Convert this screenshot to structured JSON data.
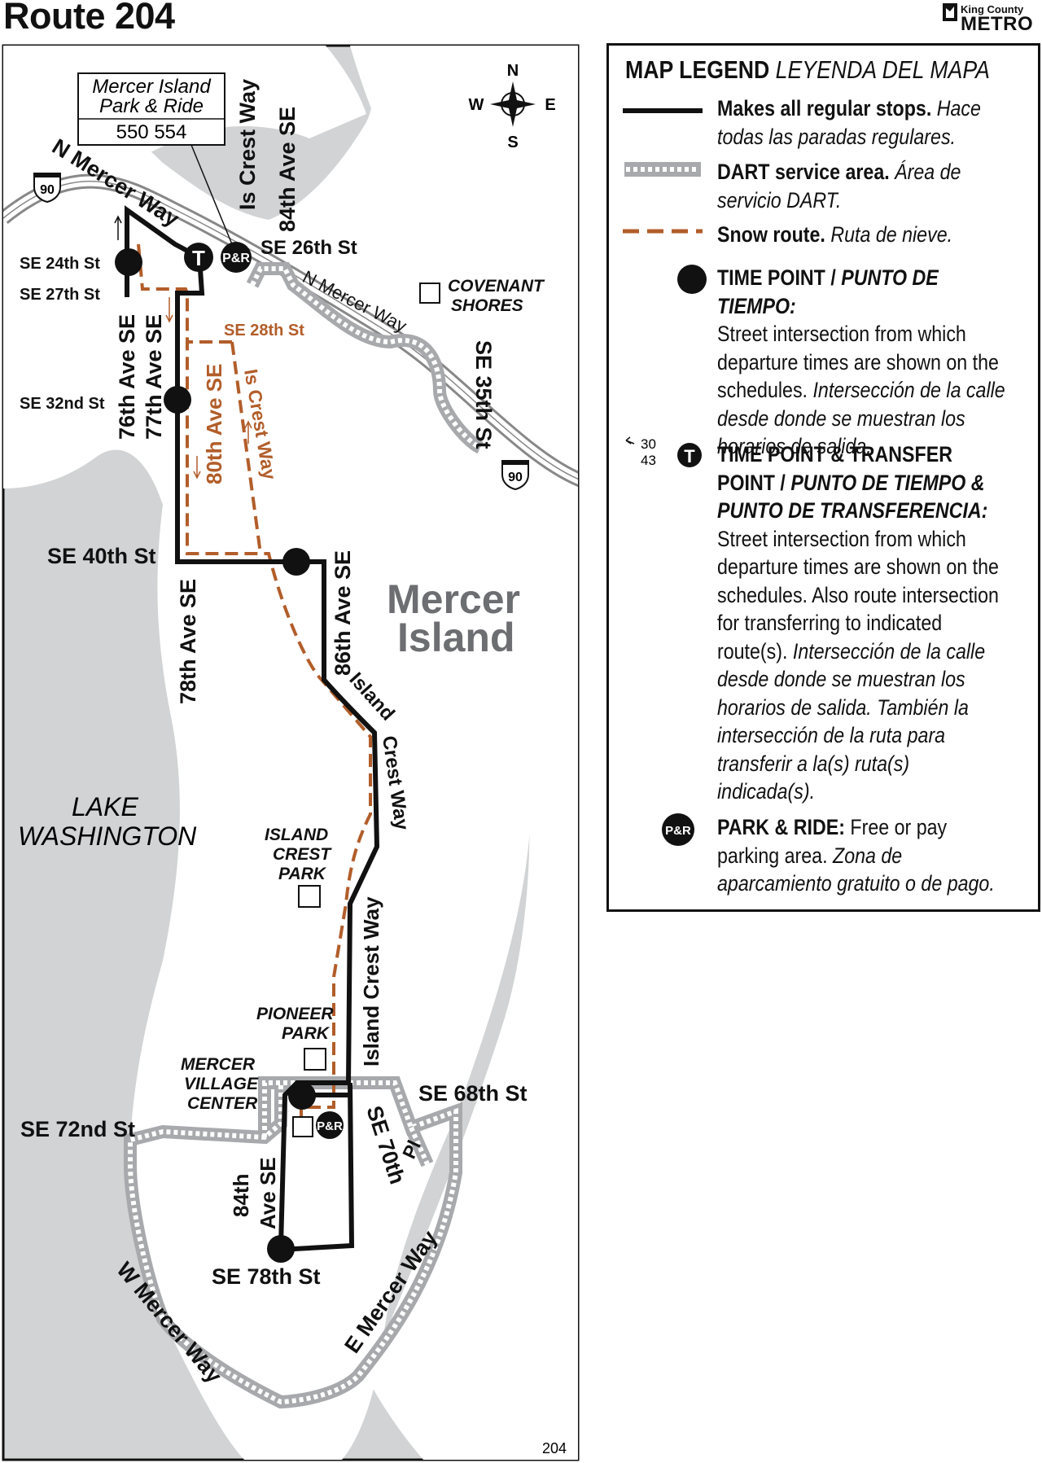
{
  "title": "Route 204",
  "brand": {
    "line1": "King County",
    "line2": "METRO"
  },
  "map": {
    "compass": {
      "n": "N",
      "s": "S",
      "e": "E",
      "w": "W"
    },
    "park_ride_box": {
      "name_line1": "Mercer Island",
      "name_line2": "Park & Ride",
      "routes": "550 554"
    },
    "highway_shields": [
      "90",
      "90"
    ],
    "streets": {
      "n_mercer_way_top": "N Mercer Way",
      "is_crest_way_top": "Is Crest Way",
      "ave84_top": "84th Ave SE",
      "se26": "SE 26th St",
      "n_mercer_way_mid": "N Mercer Way",
      "se24": "SE 24th St",
      "se27": "SE 27th St",
      "se28": "SE 28th St",
      "ave76": "76th Ave SE",
      "ave77": "77th Ave SE",
      "se32": "SE 32nd St",
      "ave80": "80th Ave SE",
      "is_crest_way_snow": "Is Crest Way",
      "se35": "SE 35th St",
      "se40": "SE 40th St",
      "ave78": "78th Ave SE",
      "ave86": "86th Ave SE",
      "island_crest_way_1": "Island",
      "island_crest_way_2": "Crest Way",
      "island_crest_way_3": "Island Crest Way",
      "se68": "SE 68th St",
      "se72": "SE 72nd St",
      "se70_1": "SE 70th",
      "se70_2": "Pl",
      "ave84_bottom_1": "84th",
      "ave84_bottom_2": "Ave SE",
      "se78": "SE 78th St",
      "w_mercer_way": "W Mercer Way",
      "e_mercer_way": "E Mercer Way"
    },
    "places": {
      "covenant_1": "COVENANT",
      "covenant_2": "SHORES",
      "island_name_1": "Mercer",
      "island_name_2": "Island",
      "lake_1": "LAKE",
      "lake_2": "WASHINGTON",
      "icp_1": "ISLAND",
      "icp_2": "CREST",
      "icp_3": "PARK",
      "pioneer_1": "PIONEER",
      "pioneer_2": "PARK",
      "mvc_1": "MERCER",
      "mvc_2": "VILLAGE",
      "mvc_3": "CENTER"
    },
    "markers": {
      "transfer": "T",
      "park_ride": "P&R"
    },
    "page_number": "204"
  },
  "legend": {
    "heading_bold": "MAP LEGEND",
    "heading_italic": "LEYENDA DEL MAPA",
    "items": [
      {
        "bold": "Makes all regular stops.",
        "italic": "Hace todas las paradas regulares."
      },
      {
        "bold": "DART service area.",
        "italic": "Área de servicio DART."
      },
      {
        "bold": "Snow route.",
        "italic": "Ruta de nieve."
      },
      {
        "bold": "TIME POINT / ",
        "bold_italic": "PUNTO DE TIEMPO:",
        "plain": "Street intersection from which departure times are shown on the schedules.",
        "italic": "Intersección de la calle desde donde se muestran los horarios de salida."
      },
      {
        "bold": "TIME POINT & TRANSFER POINT / ",
        "bold_italic": "PUNTO DE TIEMPO & PUNTO DE TRANSFERENCIA:",
        "plain": "Street intersection from which departure times are shown on the schedules. Also route intersection for transferring to indicated route(s).",
        "italic": "Intersección de la calle desde donde se muestran los horarios de salida. También la intersección de la ruta para transferir a la(s) ruta(s) indicada(s)."
      },
      {
        "bold": "PARK & RIDE:",
        "plain": "Free or pay parking area.",
        "italic": "Zona de aparcamiento gratuito o de pago."
      }
    ],
    "transfer_routes": [
      "30",
      "43"
    ],
    "transfer_symbol": "T",
    "park_ride_symbol": "P&R"
  },
  "colors": {
    "route": "#111111",
    "snow": "#b25d2a",
    "water": "#d1d3d4",
    "dart": "#a7a9ac",
    "land": "#ffffff"
  }
}
